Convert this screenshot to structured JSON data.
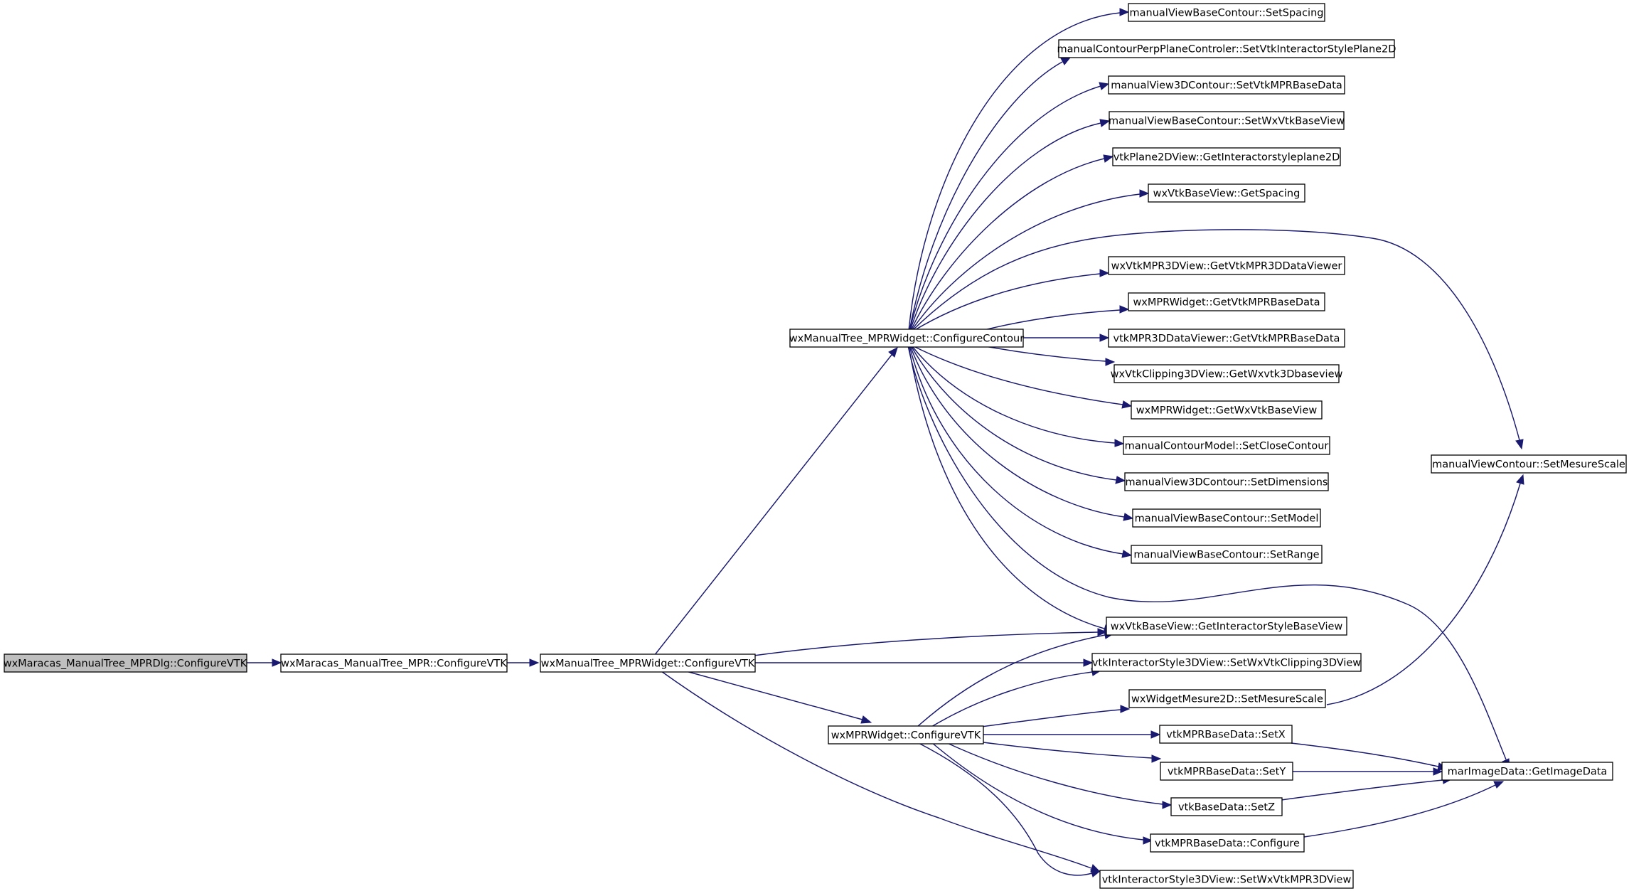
{
  "nodes": {
    "root": "wxMaracas_ManualTree_MPRDlg::ConfigureVTK",
    "mtree_mpr": "wxMaracas_ManualTree_MPR::ConfigureVTK",
    "mtw_vtk": "wxManualTree_MPRWidget::ConfigureVTK",
    "mtw_contour": "wxManualTree_MPRWidget::ConfigureContour",
    "mpr_vtk": "wxMPRWidget::ConfigureVTK",
    "n_setspacing": "manualViewBaseContour::SetSpacing",
    "n_perpplane": "manualContourPerpPlaneControler::SetVtkInteractorStylePlane2D",
    "n_3dsetbase": "manualView3DContour::SetVtkMPRBaseData",
    "n_setwxvtk": "manualViewBaseContour::SetWxVtkBaseView",
    "n_getinter2d": "vtkPlane2DView::GetInteractorstyleplane2D",
    "n_getspacing": "wxVtkBaseView::GetSpacing",
    "n_get3dviewer": "wxVtkMPR3DView::GetVtkMPR3DDataViewer",
    "n_mprgetbase": "wxMPRWidget::GetVtkMPRBaseData",
    "n_viewergetbase": "vtkMPR3DDataViewer::GetVtkMPRBaseData",
    "n_clipgetwx": "wxVtkClipping3DView::GetWxvtk3Dbaseview",
    "n_mprgetwx": "wxMPRWidget::GetWxVtkBaseView",
    "n_setclose": "manualContourModel::SetCloseContour",
    "n_setdims": "manualView3DContour::SetDimensions",
    "n_setmodel": "manualViewBaseContour::SetModel",
    "n_setrange": "manualViewBaseContour::SetRange",
    "n_getstylebase": "wxVtkBaseView::GetInteractorStyleBaseView",
    "n_setclip3d": "vtkInteractorStyle3DView::SetWxVtkClipping3DView",
    "n_wmsetscale": "wxWidgetMesure2D::SetMesureScale",
    "n_setx": "vtkMPRBaseData::SetX",
    "n_sety": "vtkMPRBaseData::SetY",
    "n_setz": "vtkBaseData::SetZ",
    "n_configure": "vtkMPRBaseData::Configure",
    "n_setmpr3d": "vtkInteractorStyle3DView::SetWxVtkMPR3DView",
    "n_mvcsetscale": "manualViewContour::SetMesureScale",
    "n_getimage": "marImageData::GetImageData"
  }
}
